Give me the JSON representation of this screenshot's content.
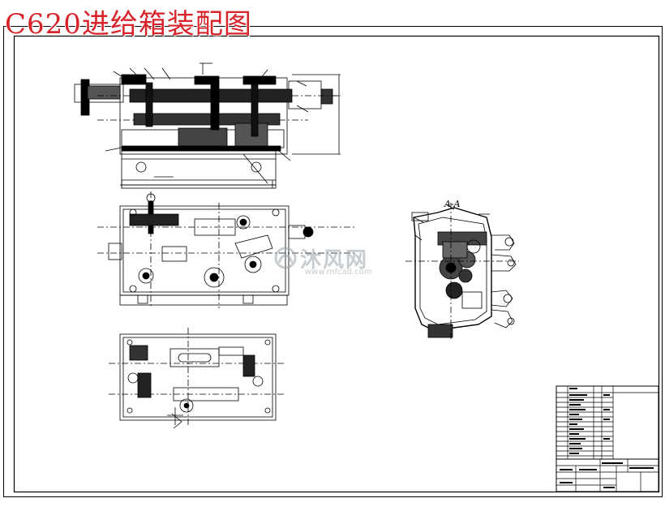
{
  "title": "C620进给箱装配图",
  "section_label": "A-A",
  "watermark": {
    "logo_icon": "mfcad-logo-icon",
    "text": "沐风网",
    "url": "www.mfcad.com"
  },
  "colors": {
    "title": "#d8232a",
    "lines": "#000000",
    "watermark": "#9aa3ab"
  }
}
